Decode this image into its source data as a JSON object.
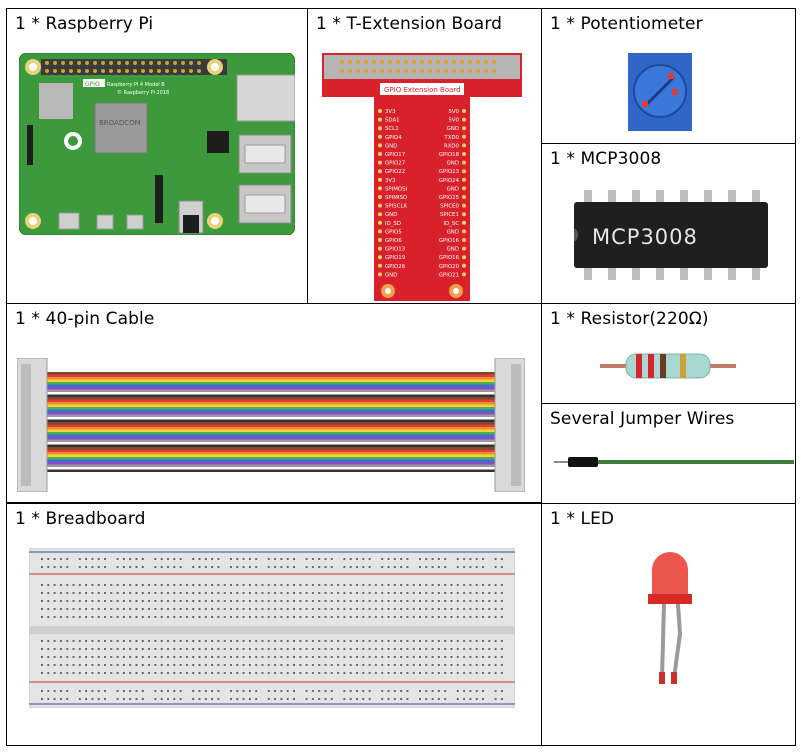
{
  "cells": {
    "raspberry_pi": "1 * Raspberry Pi",
    "t_extension": "1 * T-Extension Board",
    "potentiometer": "1 * Potentiometer",
    "mcp3008": "1 * MCP3008",
    "cable": "1 * 40-pin Cable",
    "resistor": "1 * Resistor(220Ω)",
    "jumper": "Several Jumper Wires",
    "breadboard": "1 * Breadboard",
    "led": "1 * LED"
  },
  "pi_art": {
    "gpio_tag": "GPIO",
    "model": "Raspberry Pi 4 Model B",
    "copyright": "© Raspberry Pi 2018",
    "chip": "BROADCOM"
  },
  "tboard": {
    "header": "GPIO Extension Board",
    "left_pins": [
      "3V3",
      "SDA1",
      "SCL1",
      "GPIO4",
      "GND",
      "GPIO17",
      "GPIO27",
      "GPIO22",
      "3V3",
      "SPIMOSI",
      "SPIMISO",
      "SPISCLK",
      "GND",
      "ID_SD",
      "GPIO5",
      "GPIO6",
      "GPIO13",
      "GPIO19",
      "GPIO26",
      "GND"
    ],
    "right_pins": [
      "5V0",
      "5V0",
      "GND",
      "TXD0",
      "RXD0",
      "GPIO18",
      "GND",
      "GPIO23",
      "GPIO24",
      "GND",
      "GPIO25",
      "SPICE0",
      "SPICE1",
      "ID_SC",
      "GND",
      "GPIO16",
      "GND",
      "GPIO16",
      "GPIO20",
      "GPIO21"
    ]
  },
  "mcp_chip_label": "MCP3008",
  "colors": {
    "border": "#000000",
    "pcb_green": "#3c9a3c",
    "tboard_red": "#d8212a",
    "pot_blue": "#2f66c7",
    "chip_black": "#1f1f1f",
    "led_red": "#e8372c",
    "wire_green": "#3d7d3d"
  }
}
